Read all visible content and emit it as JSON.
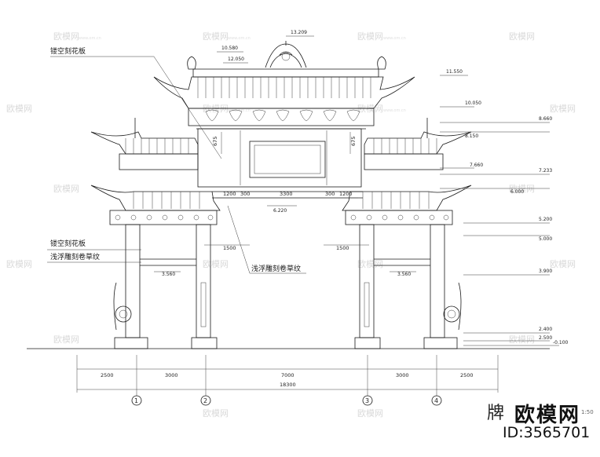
{
  "annotations": {
    "carved_panel_top": "镂空刻花板",
    "carved_panel_left": "镂空刻花板",
    "relief_left": "浅浮雕刻卷草纹",
    "relief_center": "浅浮雕刻卷草纹"
  },
  "elevations": {
    "top_ridge": "13.209",
    "left_ornament": "10.580",
    "left_eave": "12.050",
    "right_upper": "11.550",
    "right_mid1": "10.050",
    "right_mid2": "8.660",
    "right_mid3": "8.150",
    "right_mid4": "7.660",
    "right_mid5": "7.233",
    "right_mid6": "6.000",
    "center_beam": "6.220",
    "right_low1": "5.200",
    "right_low2": "5.000",
    "right_low3": "3.900",
    "inner_left": "3.560",
    "inner_right": "3.560",
    "right_base1": "2.400",
    "right_base2": "2.500",
    "right_base3": "-0.100"
  },
  "inner_dims": {
    "d1": "1200",
    "d2": "300",
    "d3": "3300",
    "d4": "300",
    "d5": "1200",
    "left_1500": "1500",
    "right_1500": "1500",
    "vert_left": "675",
    "vert_right": "675"
  },
  "bottom_dims": {
    "seg1": "2500",
    "seg2": "3000",
    "seg3": "7000",
    "seg4": "3000",
    "seg5": "2500",
    "total": "18300"
  },
  "axes": [
    "1",
    "2",
    "3",
    "4"
  ],
  "title_text": "牌",
  "logo_text": "欧模网",
  "id_text": "ID:3565701",
  "scale_hint": "1:50",
  "watermark_text": "欧模网",
  "watermark_small": "www.om.cn"
}
